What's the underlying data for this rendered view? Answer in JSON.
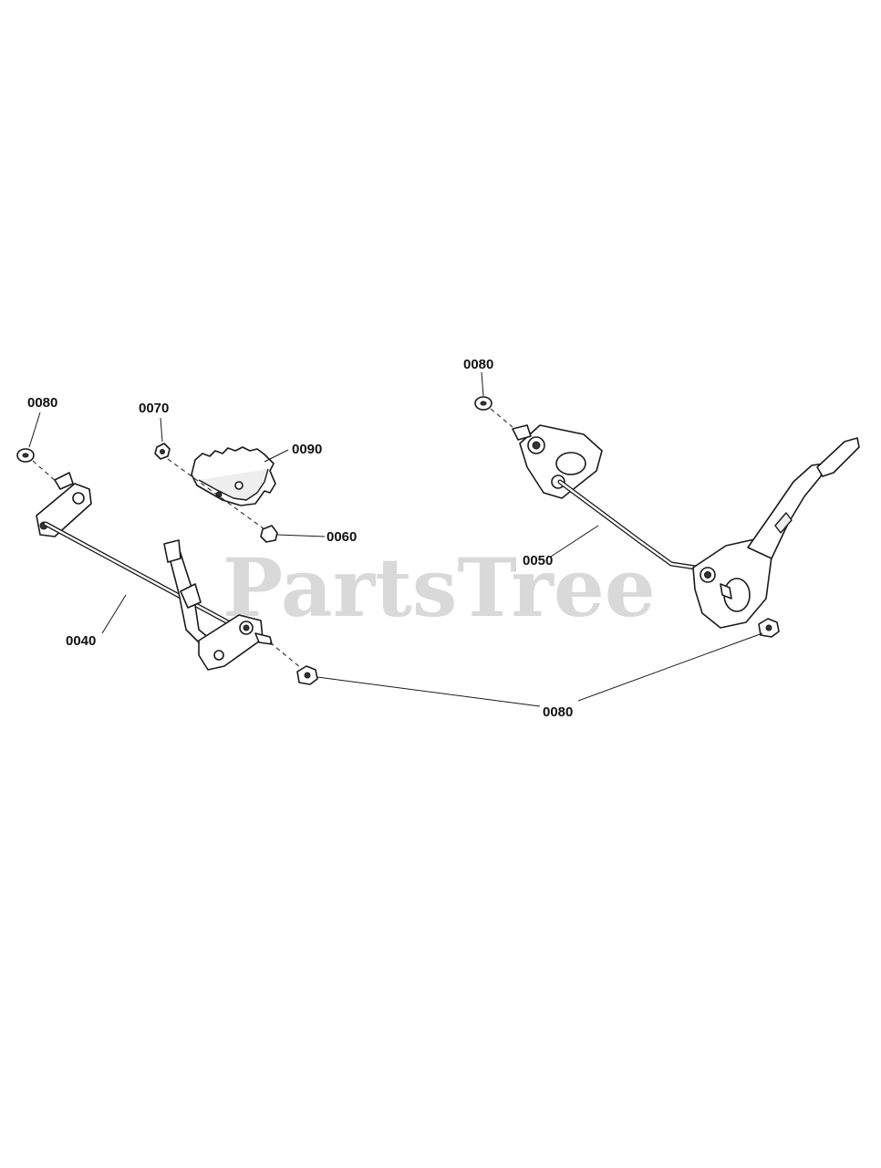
{
  "watermark": {
    "text": "PartsTree",
    "color": "#d9d9d9"
  },
  "callouts": {
    "c0040": "0040",
    "c0050": "0050",
    "c0060": "0060",
    "c0070": "0070",
    "c0080_left": "0080",
    "c0080_top": "0080",
    "c0080_bottom": "0080",
    "c0090": "0090"
  }
}
